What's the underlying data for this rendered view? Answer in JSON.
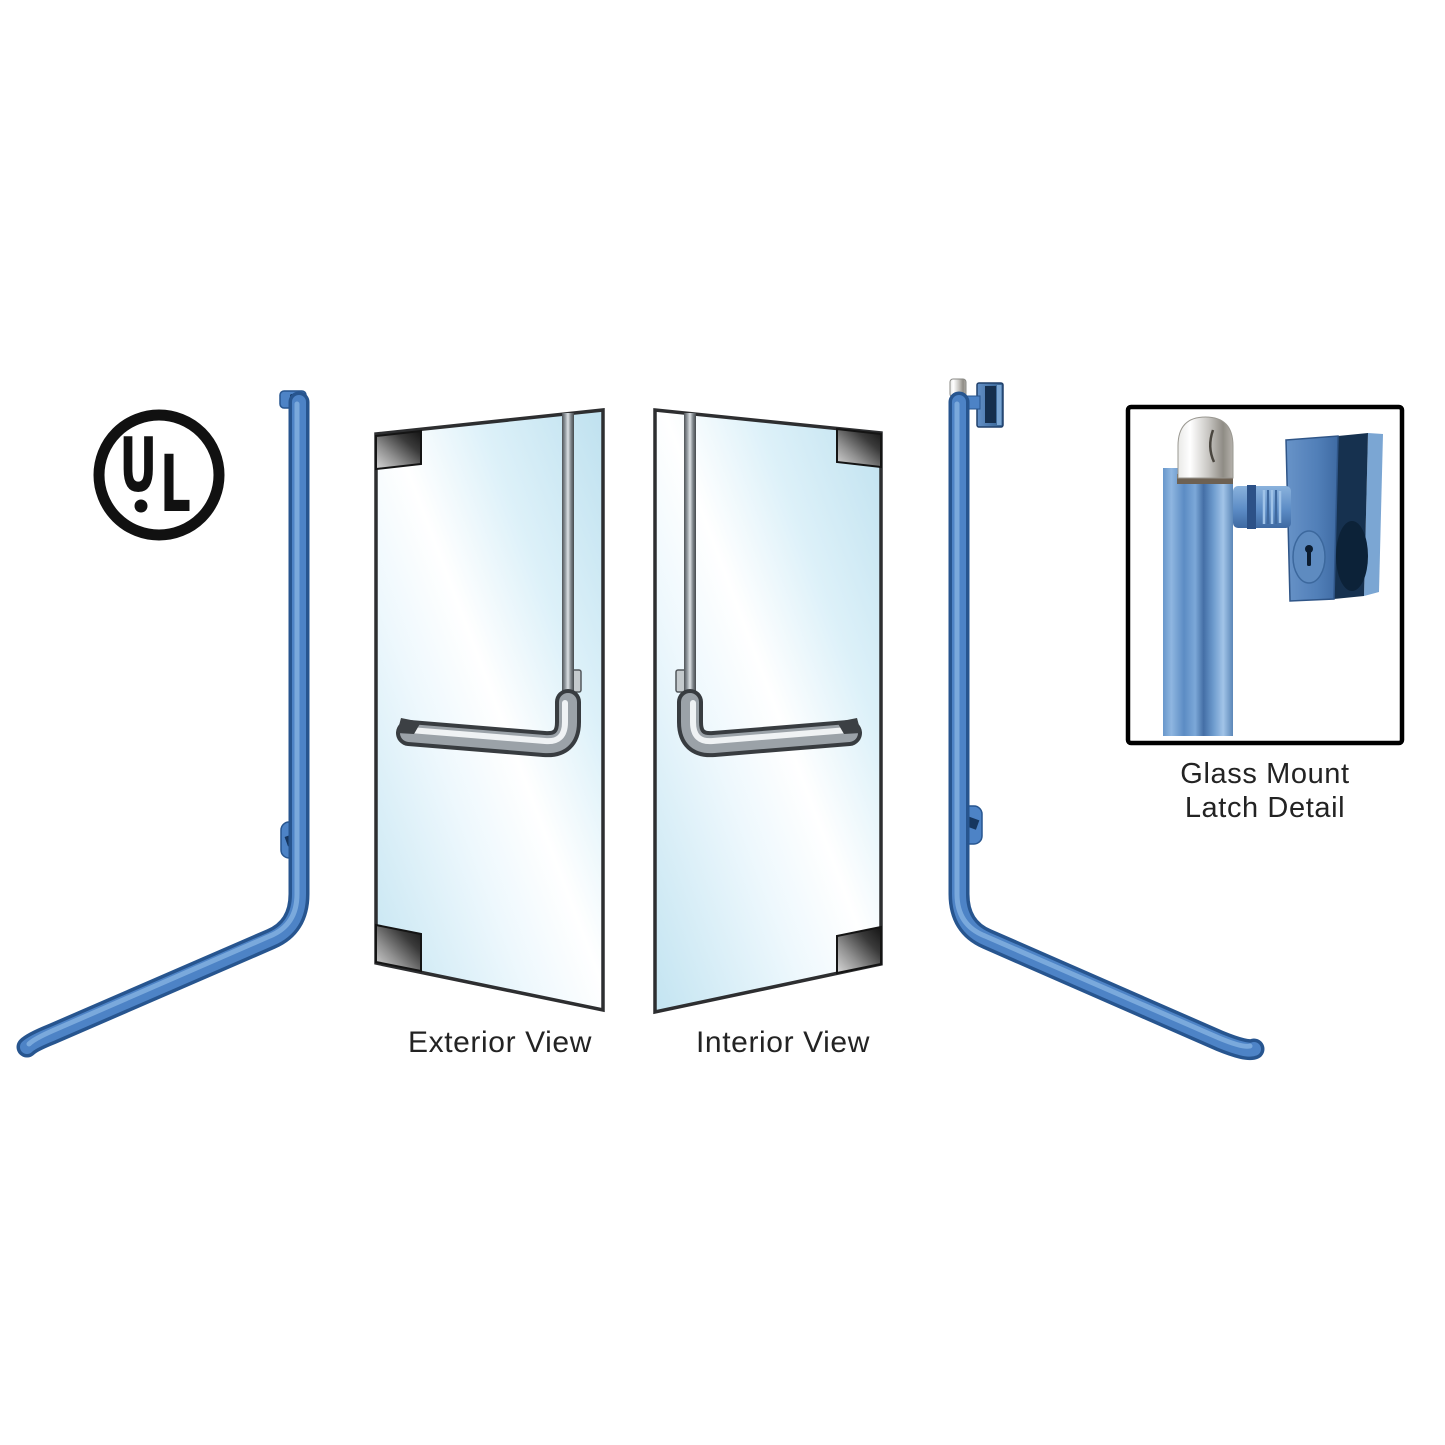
{
  "illustration": {
    "ul_mark": {
      "icon": "ul-listed-certification-mark",
      "letter_u": "U",
      "letter_l": "L"
    },
    "views": {
      "exterior_label": "Exterior View",
      "interior_label": "Interior View"
    },
    "detail": {
      "caption_line1": "Glass Mount",
      "caption_line2": "Latch Detail"
    },
    "colors": {
      "handle_blue": "#4d83c6",
      "handle_blue_dark": "#27558f",
      "handle_blue_light": "#7fadde",
      "glass_tint": "#cfe9f5",
      "metal_gray": "#9ba2a8",
      "chrome_light": "#f4f4f2",
      "outline_dark": "#2d2e30",
      "background": "#ffffff"
    }
  }
}
